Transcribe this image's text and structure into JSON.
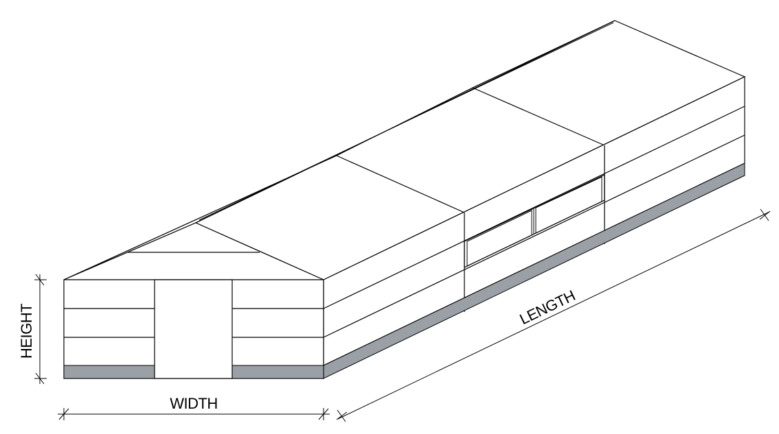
{
  "dimensions": {
    "width_label": "WIDTH",
    "height_label": "HEIGHT",
    "length_label": "LENGTH"
  },
  "colors": {
    "line": "#000000",
    "background": "#ffffff",
    "base_course": "#9aa0a6"
  }
}
